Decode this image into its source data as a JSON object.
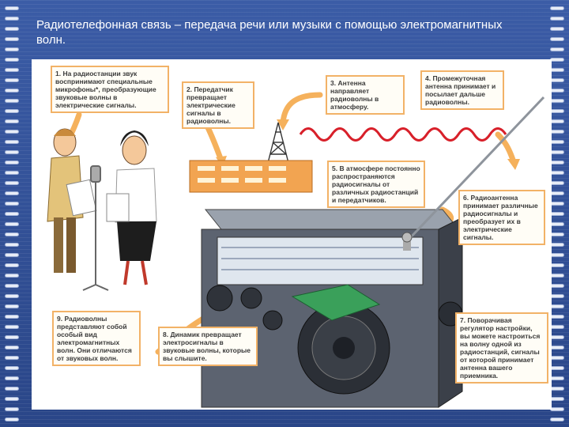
{
  "slide": {
    "title": "Радиотелефонная связь – передача речи или музыки с помощью электромагнитных волн."
  },
  "callouts": [
    {
      "id": "1",
      "text": "1. На радиостанции звук воспринимают специальные микрофоны*, преобразующие звуковые волны в электрические сигналы."
    },
    {
      "id": "2",
      "text": "2. Передатчик превращает электрические сигналы в радиоволны."
    },
    {
      "id": "3",
      "text": "3. Антенна направляет радиоволны в атмосферу."
    },
    {
      "id": "4",
      "text": "4. Промежуточная антенна принимает и посылает дальше радиоволны."
    },
    {
      "id": "5",
      "text": "5. В атмосфере постоянно распространяются радиосигналы от различных радиостанций и передатчиков."
    },
    {
      "id": "6",
      "text": "6. Радиоантенна принимает различные радиосигналы и преобразует их в электрические сигналы."
    },
    {
      "id": "7",
      "text": "7. Поворачивая регулятор настройки, вы можете настроиться на волну одной из радиостанций, сигналы от которой принимает антенна вашего приемника."
    },
    {
      "id": "8",
      "text": "8. Динамик превращает электросигналы в звуковые волны, которые вы слышите."
    },
    {
      "id": "9",
      "text": "9. Радиоволны представляют собой особый вид электромагнитных волн. Они отличаются от звуковых волн."
    }
  ],
  "colors": {
    "background": "#2f4f93",
    "callout_border": "#f2b267",
    "wave": "#d8202a",
    "arrow": "#f5b15c"
  }
}
